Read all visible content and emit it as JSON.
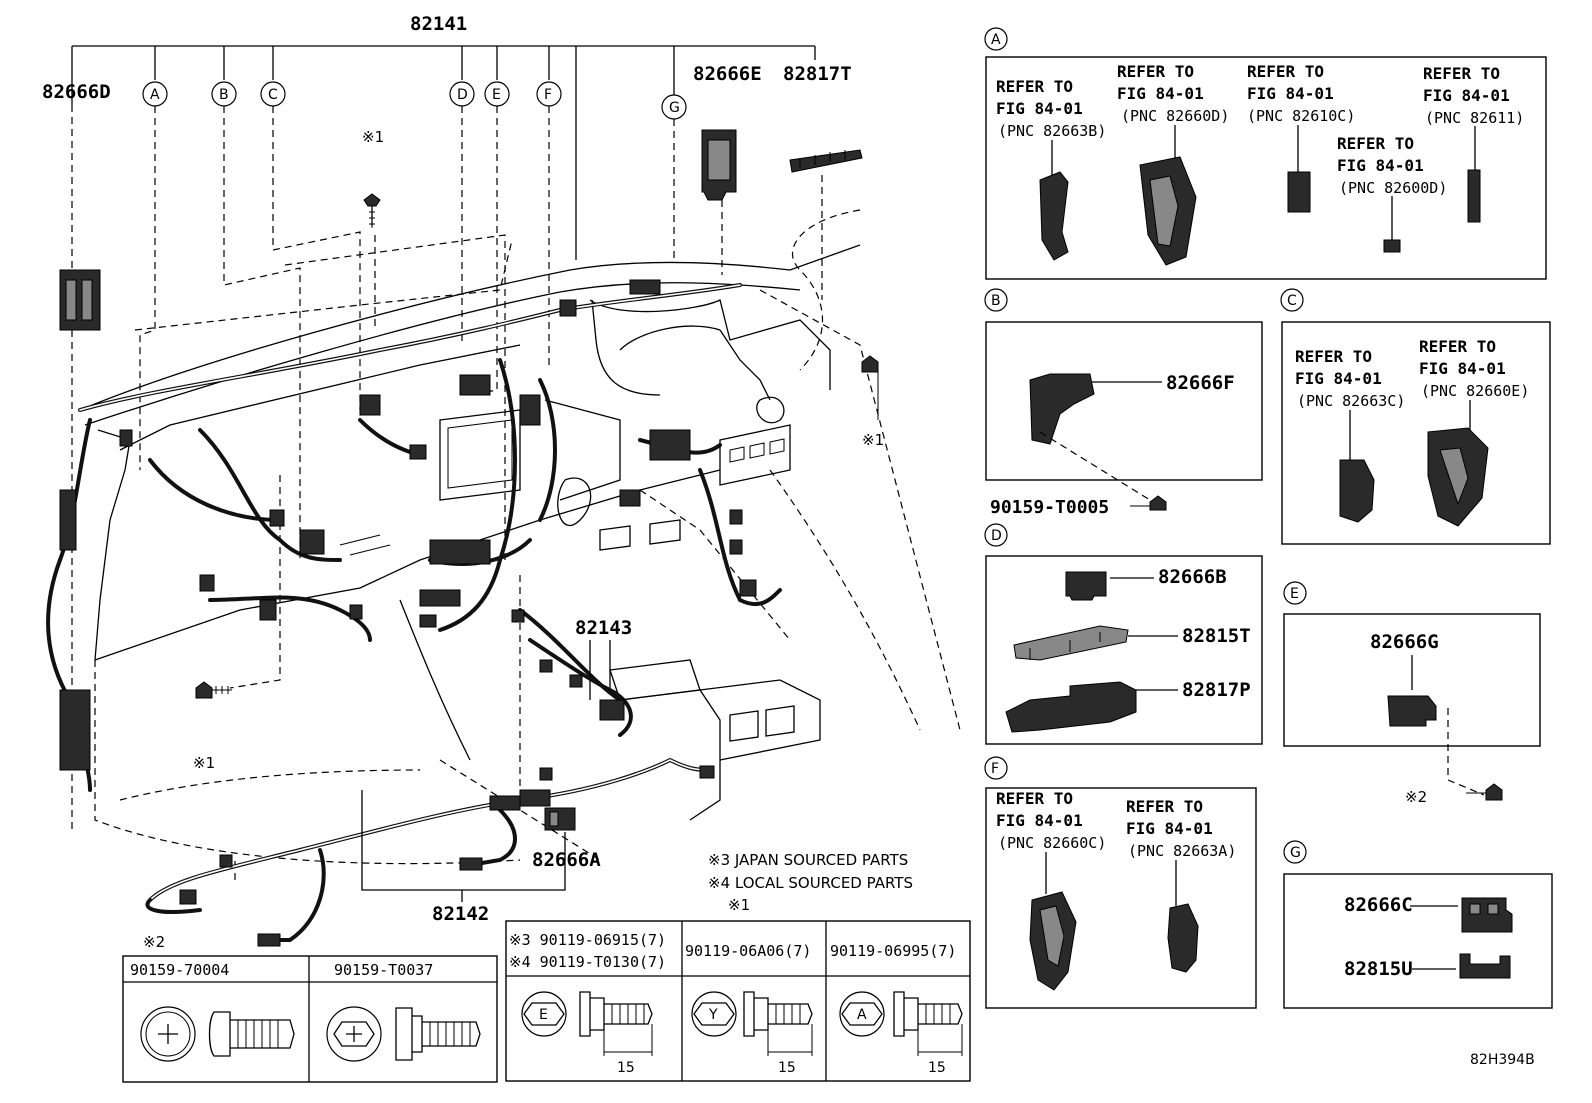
{
  "main": {
    "harness_top": "82141",
    "harness_bottom": "82142",
    "harness_console": "82143",
    "parts": {
      "p82666D": "82666D",
      "p82666E": "82666E",
      "p82817T": "82817T",
      "p82666A": "82666A"
    },
    "callouts": [
      "A",
      "B",
      "C",
      "D",
      "E",
      "F",
      "G"
    ],
    "mark_1": "※1",
    "mark_2": "※2"
  },
  "notes": {
    "line3": "※3 JAPAN SOURCED PARTS",
    "line4": "※4 LOCAL SOURCED PARTS",
    "mark_1": "※1"
  },
  "panel_a": {
    "letter": "A",
    "refs": [
      {
        "refer": "REFER TO",
        "fig": "FIG 84-01",
        "pnc": "(PNC 82663B)"
      },
      {
        "refer": "REFER TO",
        "fig": "FIG 84-01",
        "pnc": "(PNC 82660D)"
      },
      {
        "refer": "REFER TO",
        "fig": "FIG 84-01",
        "pnc": "(PNC 82610C)"
      },
      {
        "refer": "REFER TO",
        "fig": "FIG 84-01",
        "pnc": "(PNC 82600D)"
      },
      {
        "refer": "REFER TO",
        "fig": "FIG 84-01",
        "pnc": "(PNC 82611)"
      }
    ]
  },
  "panel_b": {
    "letter": "B",
    "part": "82666F",
    "bolt": "90159-T0005"
  },
  "panel_c": {
    "letter": "C",
    "refs": [
      {
        "refer": "REFER TO",
        "fig": "FIG 84-01",
        "pnc": "(PNC 82663C)"
      },
      {
        "refer": "REFER TO",
        "fig": "FIG 84-01",
        "pnc": "(PNC 82660E)"
      }
    ]
  },
  "panel_d": {
    "letter": "D",
    "parts": [
      "82666B",
      "82815T",
      "82817P"
    ]
  },
  "panel_e": {
    "letter": "E",
    "part": "82666G",
    "mark": "※2"
  },
  "panel_f": {
    "letter": "F",
    "refs": [
      {
        "refer": "REFER TO",
        "fig": "FIG 84-01",
        "pnc": "(PNC 82660C)"
      },
      {
        "refer": "REFER TO",
        "fig": "FIG 84-01",
        "pnc": "(PNC 82663A)"
      }
    ]
  },
  "panel_g": {
    "letter": "G",
    "parts": [
      "82666C",
      "82815U"
    ]
  },
  "table_screw": {
    "mark": "※2",
    "cols": [
      "90159-70004",
      "90159-T0037"
    ]
  },
  "table_bolt": {
    "header1_line1": "※3 90119-06915(7)",
    "header1_line2": "※4 90119-T0130(7)",
    "header2": "90119-06A06(7)",
    "header3": "90119-06995(7)",
    "head_marks": [
      "E",
      "Y",
      "A"
    ],
    "length": "15"
  },
  "diagram_id": "82H394B"
}
